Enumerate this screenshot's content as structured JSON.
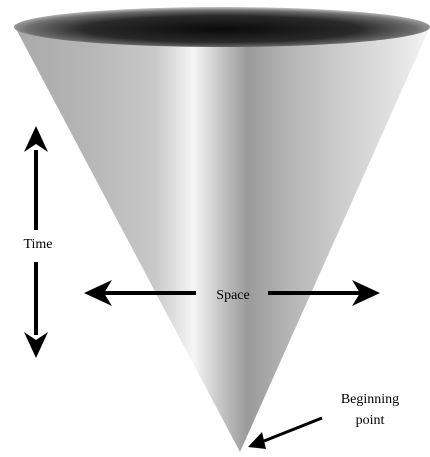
{
  "diagram": {
    "labels": {
      "time": "Time",
      "space": "Space",
      "beginning_line1": "Beginning",
      "beginning_line2": "point"
    },
    "colors": {
      "background": "#ffffff",
      "cone_light": "#f4f4f4",
      "cone_mid": "#b9b9b9",
      "cone_dark": "#8e8e8e",
      "rim_outer": "#bdbdbd",
      "rim_inner": "#0f0f0f",
      "arrow": "#000000"
    }
  }
}
